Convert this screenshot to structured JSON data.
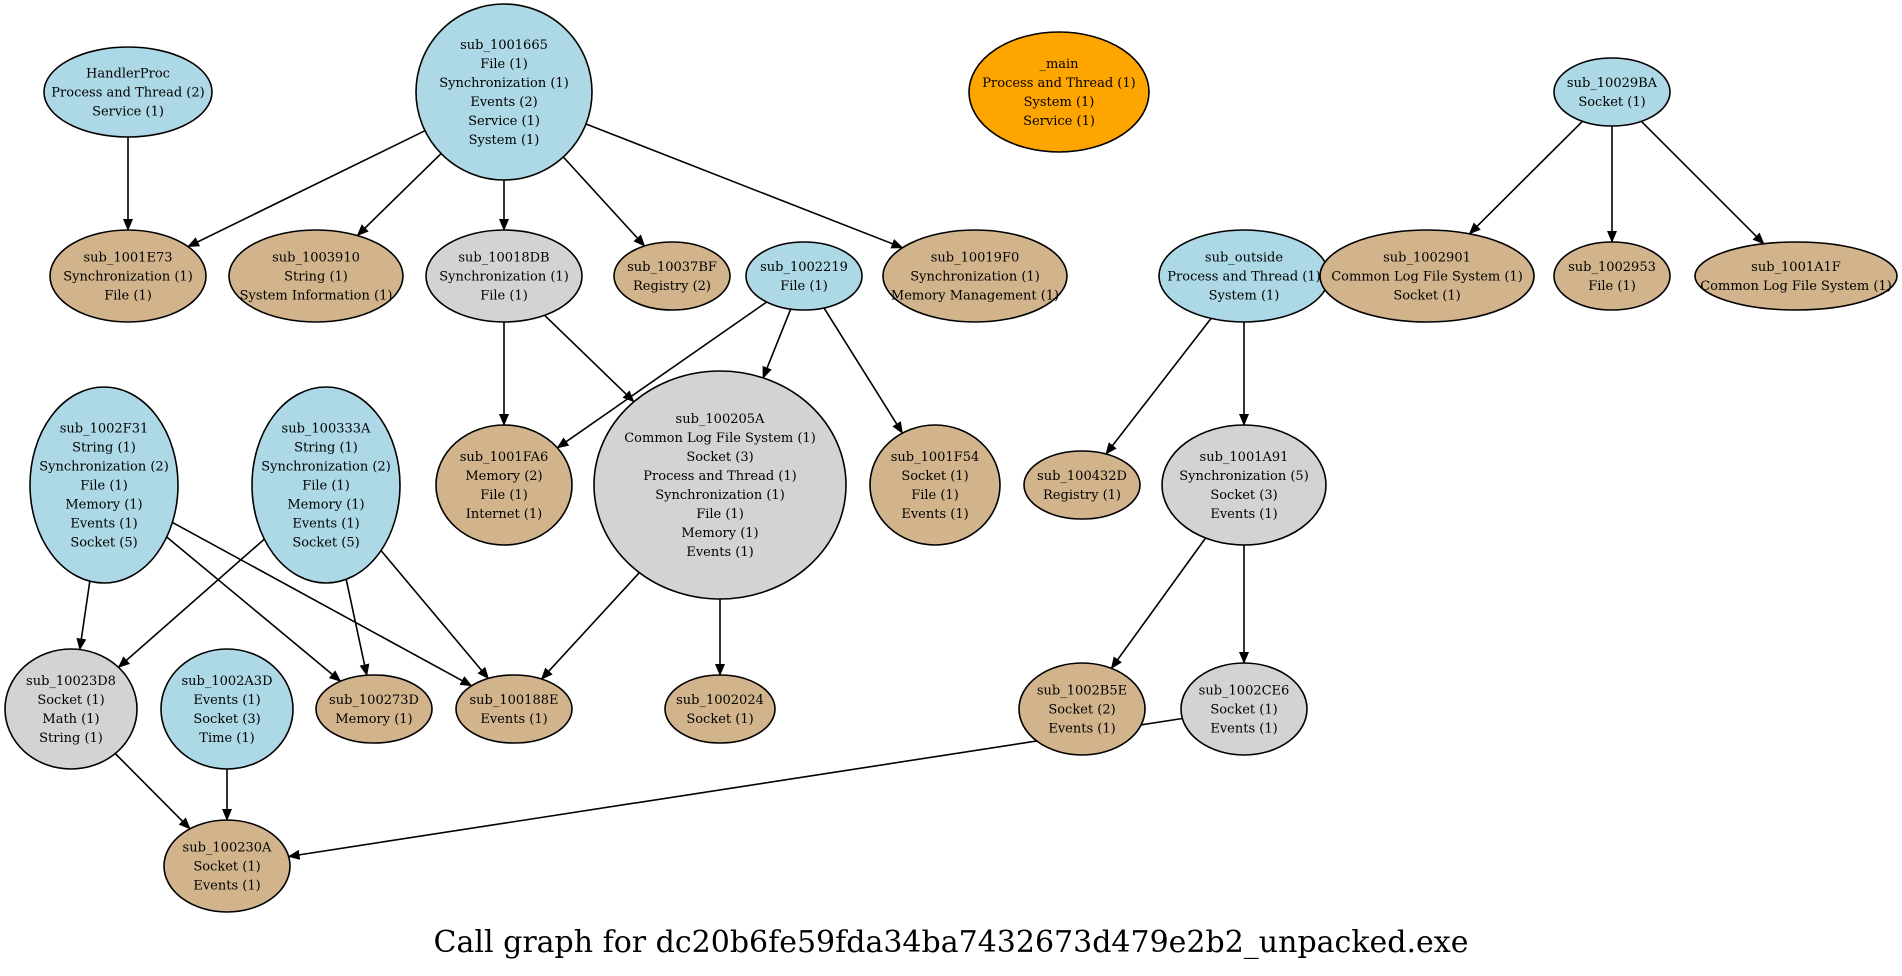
{
  "title": "Call graph for dc20b6fe59fda34ba7432673d479e2b2_unpacked.exe",
  "colors": {
    "lightblue": "#add8e6",
    "tan": "#d2b48c",
    "lightgray": "#d3d3d3",
    "orange": "#ffa500"
  },
  "nodes": [
    {
      "id": "HandlerProc",
      "color": "lightblue",
      "lines": [
        "HandlerProc",
        "Process and Thread (2)",
        "Service (1)"
      ]
    },
    {
      "id": "sub_1001665",
      "color": "lightblue",
      "lines": [
        "sub_1001665",
        "File (1)",
        "Synchronization (1)",
        "Events (2)",
        "Service (1)",
        "System (1)"
      ]
    },
    {
      "id": "_main",
      "color": "orange",
      "lines": [
        "_main",
        "Process and Thread (1)",
        "System (1)",
        "Service (1)"
      ]
    },
    {
      "id": "sub_10029BA",
      "color": "lightblue",
      "lines": [
        "sub_10029BA",
        "Socket (1)"
      ]
    },
    {
      "id": "sub_1001E73",
      "color": "tan",
      "lines": [
        "sub_1001E73",
        "Synchronization (1)",
        "File (1)"
      ]
    },
    {
      "id": "sub_1003910",
      "color": "tan",
      "lines": [
        "sub_1003910",
        "String (1)",
        "System Information (1)"
      ]
    },
    {
      "id": "sub_10018DB",
      "color": "lightgray",
      "lines": [
        "sub_10018DB",
        "Synchronization (1)",
        "File (1)"
      ]
    },
    {
      "id": "sub_10037BF",
      "color": "tan",
      "lines": [
        "sub_10037BF",
        "Registry (2)"
      ]
    },
    {
      "id": "sub_1002219",
      "color": "lightblue",
      "lines": [
        "sub_1002219",
        "File (1)"
      ]
    },
    {
      "id": "sub_10019F0",
      "color": "tan",
      "lines": [
        "sub_10019F0",
        "Synchronization (1)",
        "Memory Management (1)"
      ]
    },
    {
      "id": "sub_outside",
      "color": "lightblue",
      "lines": [
        "sub_outside",
        "Process and Thread (1)",
        "System (1)"
      ]
    },
    {
      "id": "sub_1002901",
      "color": "tan",
      "lines": [
        "sub_1002901",
        "Common Log File System (1)",
        "Socket (1)"
      ]
    },
    {
      "id": "sub_1002953",
      "color": "tan",
      "lines": [
        "sub_1002953",
        "File (1)"
      ]
    },
    {
      "id": "sub_1001A1F",
      "color": "tan",
      "lines": [
        "sub_1001A1F",
        "Common Log File System (1)"
      ]
    },
    {
      "id": "sub_1002F31",
      "color": "lightblue",
      "lines": [
        "sub_1002F31",
        "String (1)",
        "Synchronization (2)",
        "File (1)",
        "Memory (1)",
        "Events (1)",
        "Socket (5)"
      ]
    },
    {
      "id": "sub_100333A",
      "color": "lightblue",
      "lines": [
        "sub_100333A",
        "String (1)",
        "Synchronization (2)",
        "File (1)",
        "Memory (1)",
        "Events (1)",
        "Socket (5)"
      ]
    },
    {
      "id": "sub_1001FA6",
      "color": "tan",
      "lines": [
        "sub_1001FA6",
        "Memory (2)",
        "File (1)",
        "Internet (1)"
      ]
    },
    {
      "id": "sub_100205A",
      "color": "lightgray",
      "lines": [
        "sub_100205A",
        "Common Log File System (1)",
        "Socket (3)",
        "Process and Thread (1)",
        "Synchronization (1)",
        "File (1)",
        "Memory (1)",
        "Events (1)"
      ]
    },
    {
      "id": "sub_1001F54",
      "color": "tan",
      "lines": [
        "sub_1001F54",
        "Socket (1)",
        "File (1)",
        "Events (1)"
      ]
    },
    {
      "id": "sub_100432D",
      "color": "tan",
      "lines": [
        "sub_100432D",
        "Registry (1)"
      ]
    },
    {
      "id": "sub_1001A91",
      "color": "lightgray",
      "lines": [
        "sub_1001A91",
        "Synchronization (5)",
        "Socket (3)",
        "Events (1)"
      ]
    },
    {
      "id": "sub_10023D8",
      "color": "lightgray",
      "lines": [
        "sub_10023D8",
        "Socket (1)",
        "Math (1)",
        "String (1)"
      ]
    },
    {
      "id": "sub_1002A3D",
      "color": "lightblue",
      "lines": [
        "sub_1002A3D",
        "Events (1)",
        "Socket (3)",
        "Time (1)"
      ]
    },
    {
      "id": "sub_100273D",
      "color": "tan",
      "lines": [
        "sub_100273D",
        "Memory (1)"
      ]
    },
    {
      "id": "sub_100188E",
      "color": "tan",
      "lines": [
        "sub_100188E",
        "Events (1)"
      ]
    },
    {
      "id": "sub_1002024",
      "color": "tan",
      "lines": [
        "sub_1002024",
        "Socket (1)"
      ]
    },
    {
      "id": "sub_1002B5E",
      "color": "tan",
      "lines": [
        "sub_1002B5E",
        "Socket (2)",
        "Events (1)"
      ]
    },
    {
      "id": "sub_1002CE6",
      "color": "lightgray",
      "lines": [
        "sub_1002CE6",
        "Socket (1)",
        "Events (1)"
      ]
    },
    {
      "id": "sub_100230A",
      "color": "tan",
      "lines": [
        "sub_100230A",
        "Socket (1)",
        "Events (1)"
      ]
    }
  ],
  "edges": [
    {
      "from": "HandlerProc",
      "to": "sub_1001E73"
    },
    {
      "from": "sub_1001665",
      "to": "sub_1001E73"
    },
    {
      "from": "sub_1001665",
      "to": "sub_1003910"
    },
    {
      "from": "sub_1001665",
      "to": "sub_10018DB"
    },
    {
      "from": "sub_1001665",
      "to": "sub_10037BF"
    },
    {
      "from": "sub_1001665",
      "to": "sub_10019F0"
    },
    {
      "from": "sub_10018DB",
      "to": "sub_1001FA6"
    },
    {
      "from": "sub_10018DB",
      "to": "sub_100205A"
    },
    {
      "from": "sub_1002219",
      "to": "sub_1001FA6"
    },
    {
      "from": "sub_1002219",
      "to": "sub_100205A"
    },
    {
      "from": "sub_1002219",
      "to": "sub_1001F54"
    },
    {
      "from": "sub_10029BA",
      "to": "sub_1002901"
    },
    {
      "from": "sub_10029BA",
      "to": "sub_1002953"
    },
    {
      "from": "sub_10029BA",
      "to": "sub_1001A1F"
    },
    {
      "from": "sub_outside",
      "to": "sub_100432D"
    },
    {
      "from": "sub_outside",
      "to": "sub_1001A91"
    },
    {
      "from": "sub_1001A91",
      "to": "sub_1002B5E"
    },
    {
      "from": "sub_1001A91",
      "to": "sub_1002CE6"
    },
    {
      "from": "sub_1002F31",
      "to": "sub_10023D8"
    },
    {
      "from": "sub_1002F31",
      "to": "sub_100273D"
    },
    {
      "from": "sub_1002F31",
      "to": "sub_100188E"
    },
    {
      "from": "sub_100333A",
      "to": "sub_10023D8"
    },
    {
      "from": "sub_100333A",
      "to": "sub_100273D"
    },
    {
      "from": "sub_100333A",
      "to": "sub_100188E"
    },
    {
      "from": "sub_100205A",
      "to": "sub_100188E"
    },
    {
      "from": "sub_100205A",
      "to": "sub_1002024"
    },
    {
      "from": "sub_10023D8",
      "to": "sub_100230A"
    },
    {
      "from": "sub_1002A3D",
      "to": "sub_100230A"
    },
    {
      "from": "sub_1002CE6",
      "to": "sub_100230A"
    }
  ]
}
